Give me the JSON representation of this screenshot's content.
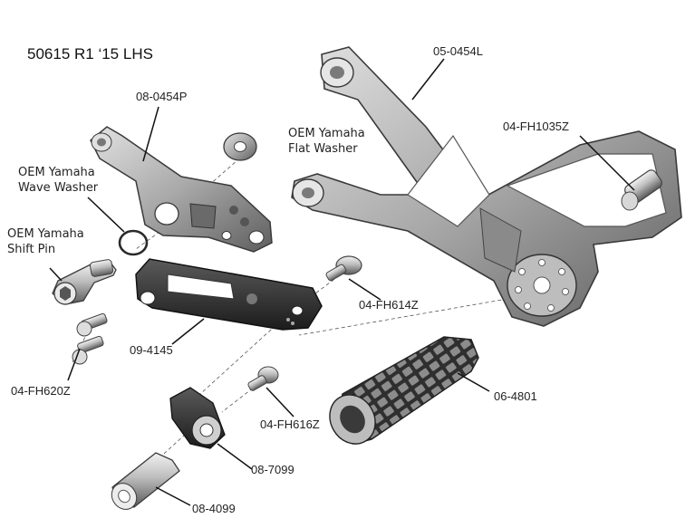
{
  "title": "50615 R1 ‘15 LHS",
  "labels": {
    "p_08_0454P": "08-0454P",
    "p_05_0454L": "05-0454L",
    "oem_flat_washer_1": "OEM Yamaha",
    "oem_flat_washer_2": "Flat Washer",
    "p_04_FH1035Z": "04-FH1035Z",
    "oem_wave_washer_1": "OEM Yamaha",
    "oem_wave_washer_2": "Wave Washer",
    "oem_shift_pin_1": "OEM Yamaha",
    "oem_shift_pin_2": "Shift Pin",
    "p_04_FH614Z": "04-FH614Z",
    "p_09_4145": "09-4145",
    "p_04_FH620Z": "04-FH620Z",
    "p_06_4801": "06-4801",
    "p_04_FH616Z": "04-FH616Z",
    "p_08_7099": "08-7099",
    "p_08_4099": "08-4099"
  },
  "colors": {
    "metal_light": "#c9c9c9",
    "metal_mid": "#9a9a9a",
    "metal_dark": "#4a4a4a",
    "anodized_black": "#2a2a2a",
    "leader": "#111111"
  }
}
